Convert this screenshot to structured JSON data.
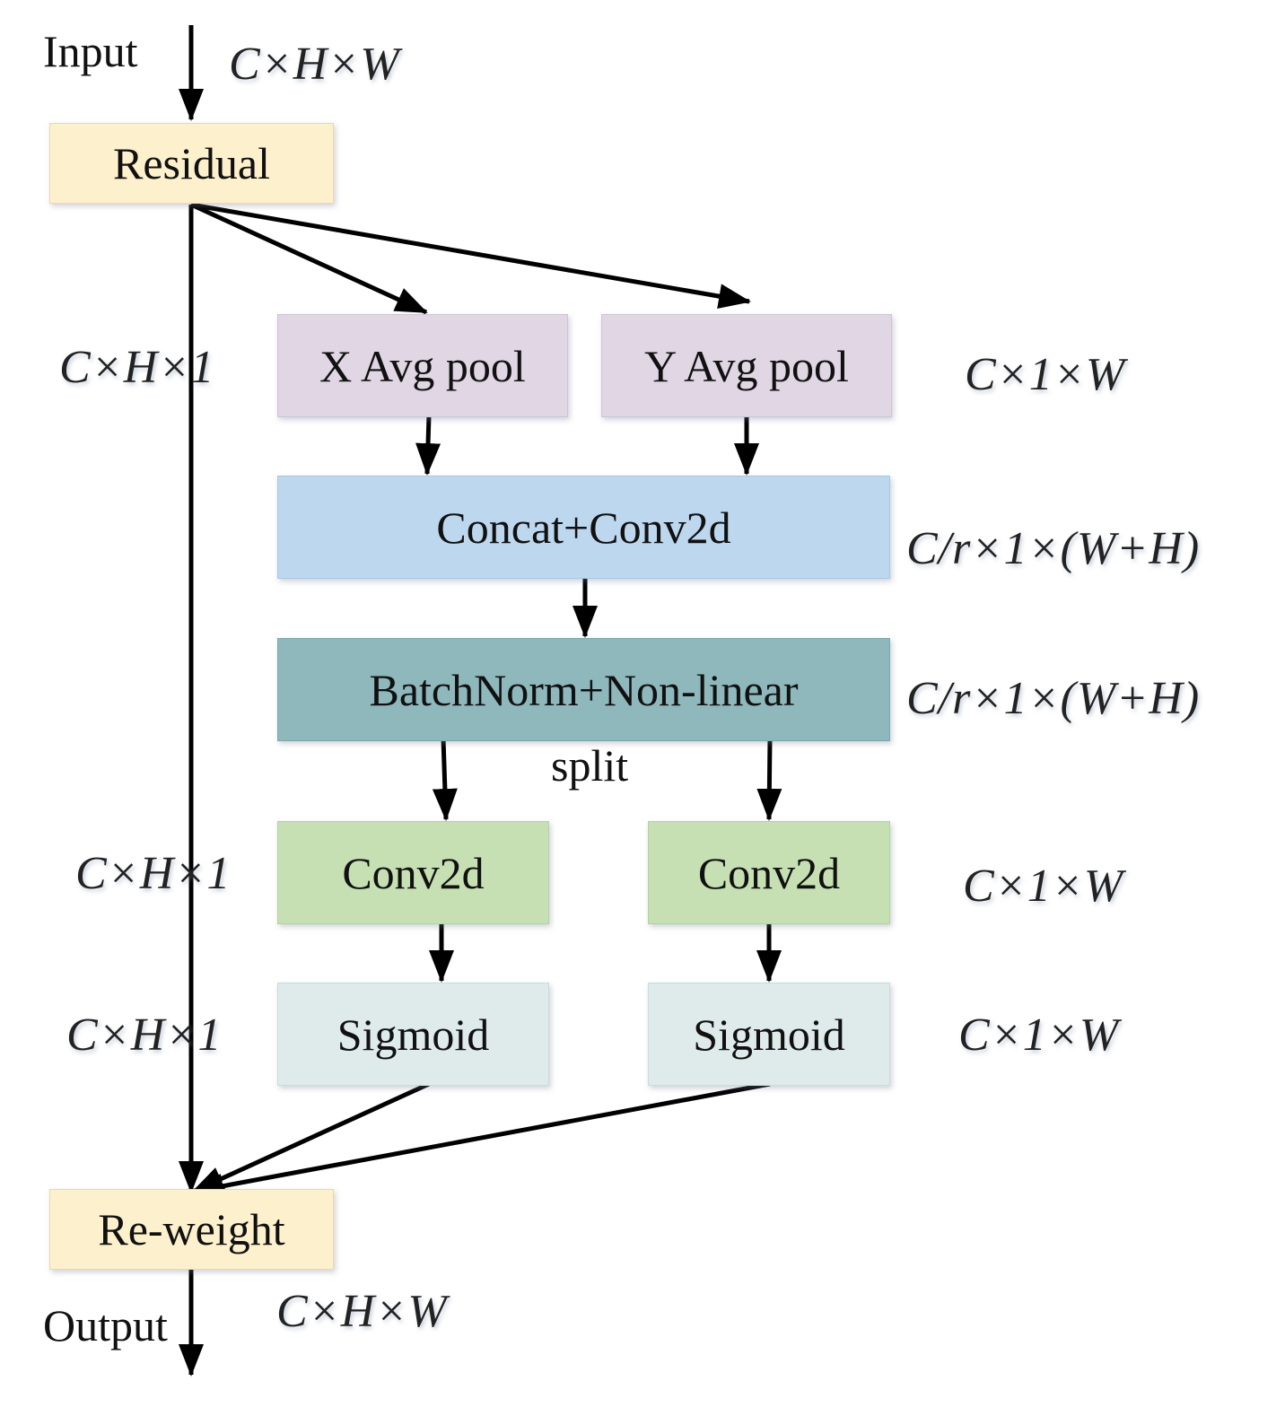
{
  "labels": {
    "input": "Input",
    "output": "Output",
    "split": "split"
  },
  "blocks": {
    "residual": "Residual",
    "x_avg_pool": "X Avg pool",
    "y_avg_pool": "Y Avg pool",
    "concat_conv": "Concat+Conv2d",
    "batchnorm": "BatchNorm+Non-linear",
    "conv_left": "Conv2d",
    "conv_right": "Conv2d",
    "sigmoid_left": "Sigmoid",
    "sigmoid_right": "Sigmoid",
    "reweight": "Re-weight"
  },
  "dims": {
    "input": "C×H×W",
    "x_pool": "C×H×1",
    "y_pool": "C×1×W",
    "concat": "C/r×1×(W+H)",
    "batchnorm": "C/r×1×(W+H)",
    "conv_left": "C×H×1",
    "conv_right": "C×1×W",
    "sigmoid_left": "C×H×1",
    "sigmoid_right": "C×1×W",
    "output": "C×H×W"
  },
  "colors": {
    "residual": "#fdf0cd",
    "pool": "#e0d6e4",
    "concat": "#bdd7ee",
    "batchnorm": "#8fb8bd",
    "conv": "#c6e0b4",
    "sigmoid": "#deebea",
    "reweight": "#fdf0cd",
    "arrow": "#000000"
  }
}
